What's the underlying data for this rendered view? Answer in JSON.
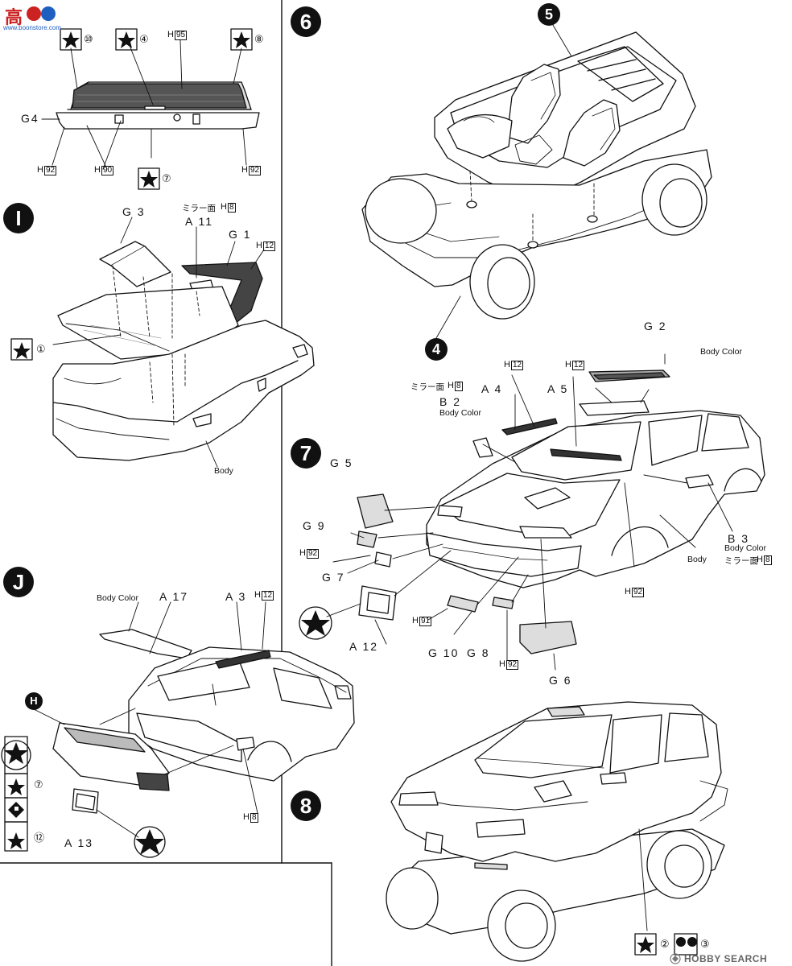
{
  "watermark": {
    "brand_top": "高",
    "brand_sub": "www.boonstore.com"
  },
  "steps": {
    "I": "I",
    "J": "J",
    "six": "6",
    "seven": "7",
    "eight": "8",
    "sub_five": "5",
    "sub_four": "4",
    "sub_H": "H"
  },
  "top_left": {
    "star10": "⑩",
    "star4": "④",
    "star8": "⑧",
    "star7": "⑦",
    "g4": "G4",
    "h95": "95",
    "h92a": "92",
    "h90": "90",
    "h92b": "92"
  },
  "step_I": {
    "g3": "G 3",
    "mirror": "ミラー面",
    "h8": "8",
    "a11": "A 11",
    "g1": "G 1",
    "h12": "12",
    "star1": "①",
    "body": "Body"
  },
  "step_J": {
    "body_color": "Body Color",
    "a17": "A 17",
    "a3": "A 3",
    "h12": "12",
    "h8": "8",
    "a13": "A 13",
    "star7": "⑦",
    "star12": "⑫"
  },
  "step_7": {
    "g2": "G 2",
    "body_color_roof": "Body Color",
    "h12a": "12",
    "h12b": "12",
    "mirror_b2": "ミラー面",
    "h8_b2": "8",
    "a4": "A 4",
    "a5": "A 5",
    "b2": "B 2",
    "body_color_b2": "Body Color",
    "g5": "G 5",
    "g9": "G 9",
    "h92_g9": "92",
    "g7": "G 7",
    "h91": "91",
    "a12": "A 12",
    "g10": "G 10",
    "g8": "G 8",
    "h92_g8": "92",
    "g6": "G 6",
    "h92_side": "92",
    "body": "Body",
    "b3": "B 3",
    "body_color_b3": "Body Color",
    "mirror_b3": "ミラー面",
    "h8_b3": "8"
  },
  "step_8": {
    "star2": "②",
    "star3": "③"
  },
  "footer": {
    "brand": "HOBBY SEARCH"
  },
  "colors": {
    "ink": "#111111",
    "watermark_red": "#cc2222",
    "watermark_blue": "#1f5fbf"
  }
}
